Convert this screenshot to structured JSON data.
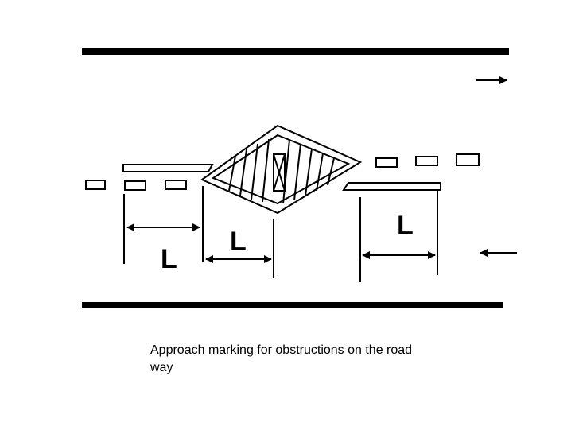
{
  "figure": {
    "labels": [
      "L",
      "L",
      "L"
    ],
    "caption": "Approach marking for obstructions on the road way"
  }
}
